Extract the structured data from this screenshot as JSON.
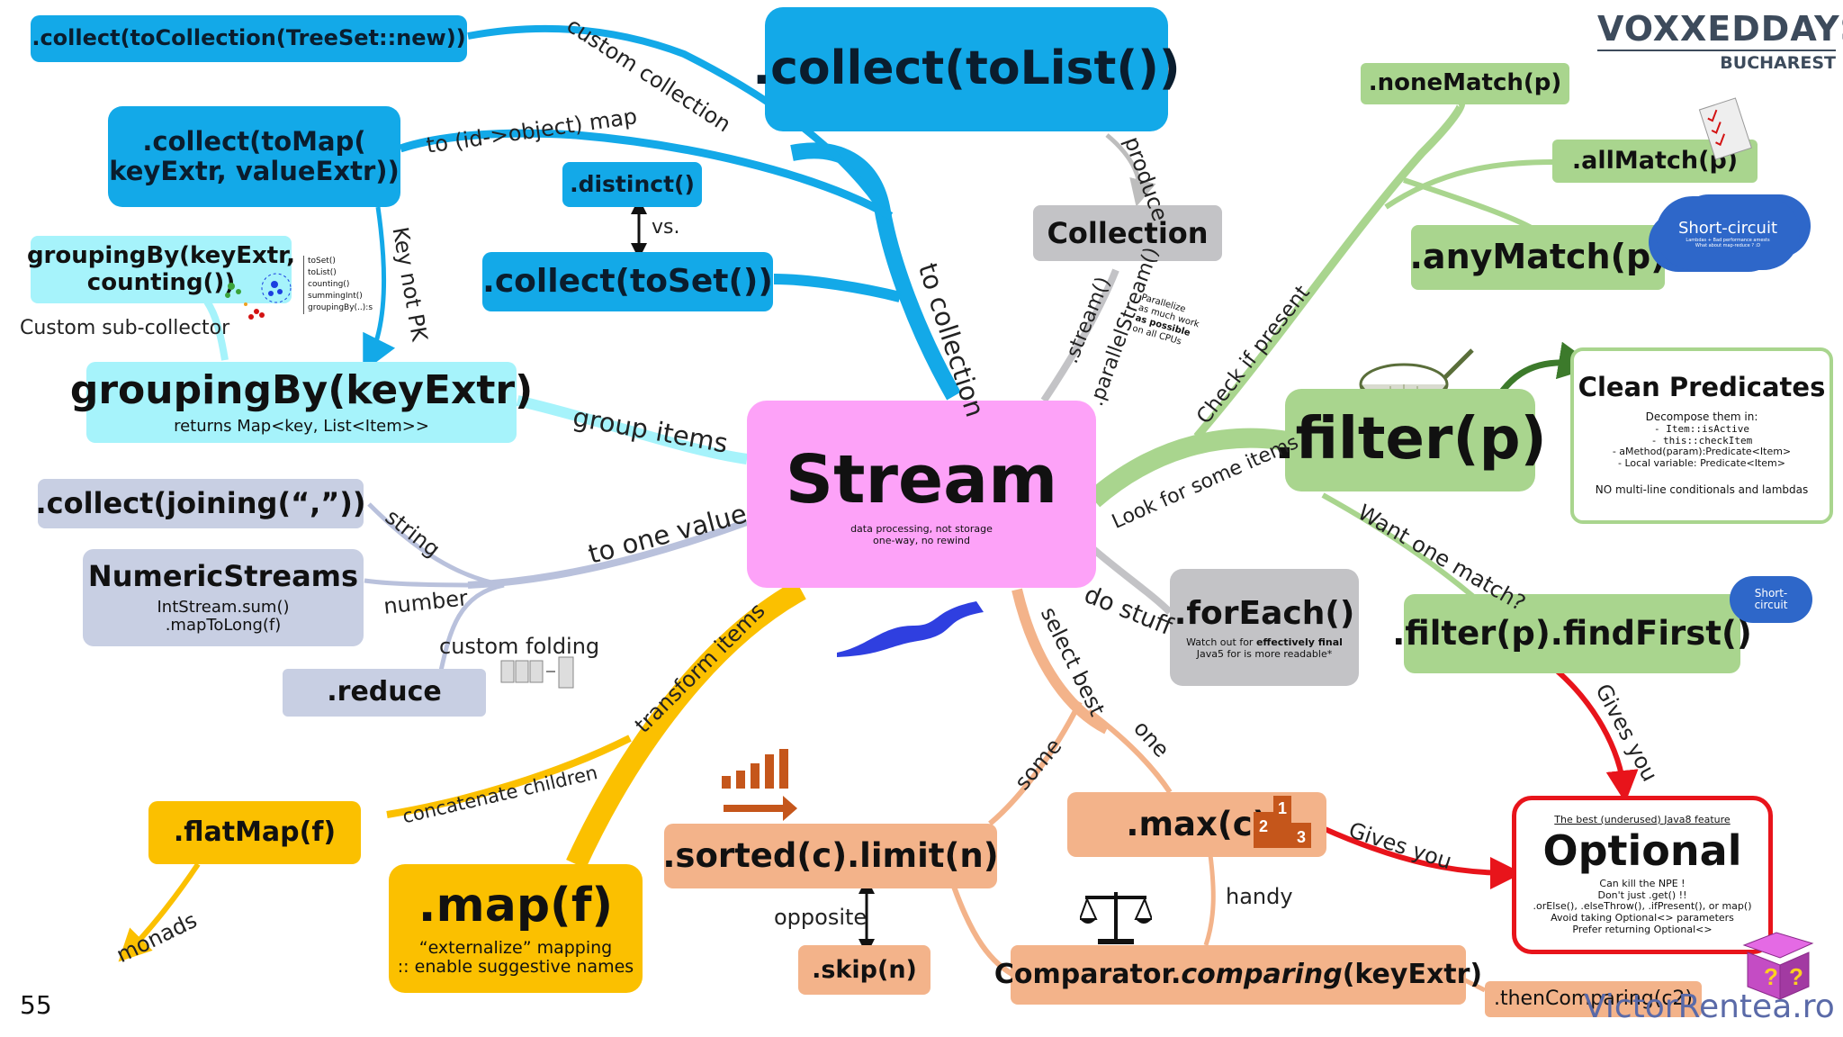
{
  "logo": {
    "brand": "VOXXEDDAYS",
    "city": "BUCHAREST"
  },
  "slide_number": "55",
  "footer": "VictorRentea.ro",
  "center": {
    "title": "Stream",
    "line1": "data processing, not storage",
    "line2": "one-way, no rewind"
  },
  "nodes": {
    "to_collection_treeset": ".collect(toCollection(TreeSet::new))",
    "to_list": ".collect(toList())",
    "to_map_1": ".collect(toMap(",
    "to_map_2": "keyExtr, valueExtr))",
    "distinct": ".distinct()",
    "to_set": ".collect(toSet())",
    "grouping_counting_1": "groupingBy(keyExtr,",
    "grouping_counting_2": "counting())",
    "grouping": "groupingBy(keyExtr)",
    "grouping_sub": "returns Map<key, List<Item>>",
    "joining": ".collect(joining(“,”))",
    "numeric": "NumericStreams",
    "numeric_sub1": "IntStream.sum()",
    "numeric_sub2": ".mapToLong(f)",
    "reduce": ".reduce",
    "flatmap": ".flatMap(f)",
    "map": ".map(f)",
    "map_sub1": "“externalize” mapping",
    "map_sub2": ":: enable suggestive names",
    "sorted_limit": ".sorted(c).limit(n)",
    "skip": ".skip(n)",
    "max": ".max(c)",
    "comparator_prefix": "Comparator.",
    "comparator_italic": "comparing",
    "comparator_suffix": "(keyExtr)",
    "then_comparing": ".thenComparing(c2)",
    "collection": "Collection",
    "foreach": ".forEach()",
    "foreach_sub1_a": "Watch out for ",
    "foreach_sub1_b": "effectively final",
    "foreach_sub2": "Java5 for is more readable*",
    "none_match": ".noneMatch(p)",
    "all_match": ".allMatch(p)",
    "any_match": ".anyMatch(p)",
    "filter": ".filter(p)",
    "filter_find_first": ".filter(p).findFirst()",
    "optional_kicker": "The best (underused) Java8 feature",
    "optional": "Optional",
    "optional_lines": [
      "Can kill the NPE !",
      "Don't just .get() !!",
      ".orElse(), .elseThrow(), .ifPresent(), or map()",
      "Avoid taking Optional<> parameters",
      "Prefer returning Optional<>"
    ],
    "clean_predicates": "Clean Predicates",
    "clean_lines": [
      "Decompose them in:",
      "- Item::isActive",
      "- this::checkItem",
      "- aMethod(param):Predicate<Item>",
      "- Local variable: Predicate<Item>"
    ],
    "clean_footer": "NO multi-line conditionals and lambdas",
    "short_circuit_big": "Short-circuit",
    "short_circuit_big_tiny1": "Lambdas + Bad performance amests",
    "short_circuit_big_tiny2": "What about map-reduce ? :D",
    "short_circuit_small_1": "Short-",
    "short_circuit_small_2": "circuit",
    "collectors_list": [
      "toSet()",
      "toList()",
      "counting()",
      "summingInt()",
      "groupingBy(..):s"
    ],
    "parallelize_1": "Parallelize",
    "parallelize_2": "as much work",
    "parallelize_3": "as possible",
    "parallelize_4": "on all CPUs"
  },
  "labels": {
    "custom_collection": "custom collection",
    "to_id_map": "to (id->object) map",
    "key_not_pk": "Key not PK",
    "vs": "vs.",
    "to_collection": "to collection",
    "produce": "produce",
    "custom_sub_collector": "Custom sub-collector",
    "group_items": "group items",
    "string": "string",
    "to_one_value": "to one value",
    "number": "number",
    "custom_folding": "custom folding",
    "transform_items": "transform items",
    "concatenate_children": "concatenate children",
    "monads": "monads",
    "select_best": "select best",
    "some": "some",
    "one": "one",
    "opposite": "opposite",
    "handy": "handy",
    "gives_you_1": "Gives you",
    "gives_you_2": "Gives you",
    "do_stuff": "do stuff",
    "stream_call": ".stream()",
    "parallel_stream_call": ".parallelStream()",
    "check_if_present": "Check if present",
    "look_for_some": "Look for some items",
    "want_one_match": "Want one match?"
  },
  "colors": {
    "blue": "#13a9e8",
    "cyan": "#a6f3fb",
    "lavender": "#c8cfe3",
    "grey": "#c3c3c6",
    "green": "#a9d58e",
    "orange": "#f3b38a",
    "yellow": "#fbc000",
    "pink": "#fda2f8",
    "red": "#e8141b"
  }
}
